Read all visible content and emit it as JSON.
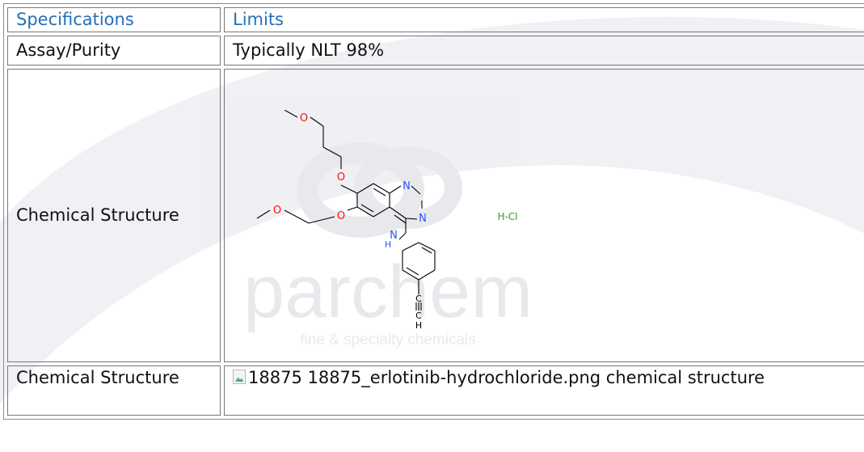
{
  "table": {
    "headers": [
      "Specifications",
      "Limits"
    ],
    "rows": [
      {
        "spec": "Assay/Purity",
        "limit": "Typically NLT 98%"
      },
      {
        "spec": "Chemical Structure"
      },
      {
        "spec": "Chemical Structure",
        "limit_alt_text": "18875 18875_erlotinib-hydrochloride.png chemical structure"
      }
    ]
  },
  "watermark": {
    "brand": "parchem",
    "tagline": "fine & specialty chemicals"
  },
  "molecule": {
    "atoms": {
      "o_top": "O",
      "o_left_chain": "O",
      "o_ring_top": "O",
      "o_ring_bottom": "O",
      "n1": "N",
      "n3": "N",
      "nh_n": "N",
      "nh_h": "H",
      "alkyne_c1": "C",
      "alkyne_c2": "C",
      "alkyne_h": "H"
    },
    "salt": "H-Cl"
  },
  "colors": {
    "header_text": "#2470b8",
    "hcl": "#2ca02c",
    "nitrogen": "#3050f8",
    "oxygen": "#ff0d0d"
  }
}
